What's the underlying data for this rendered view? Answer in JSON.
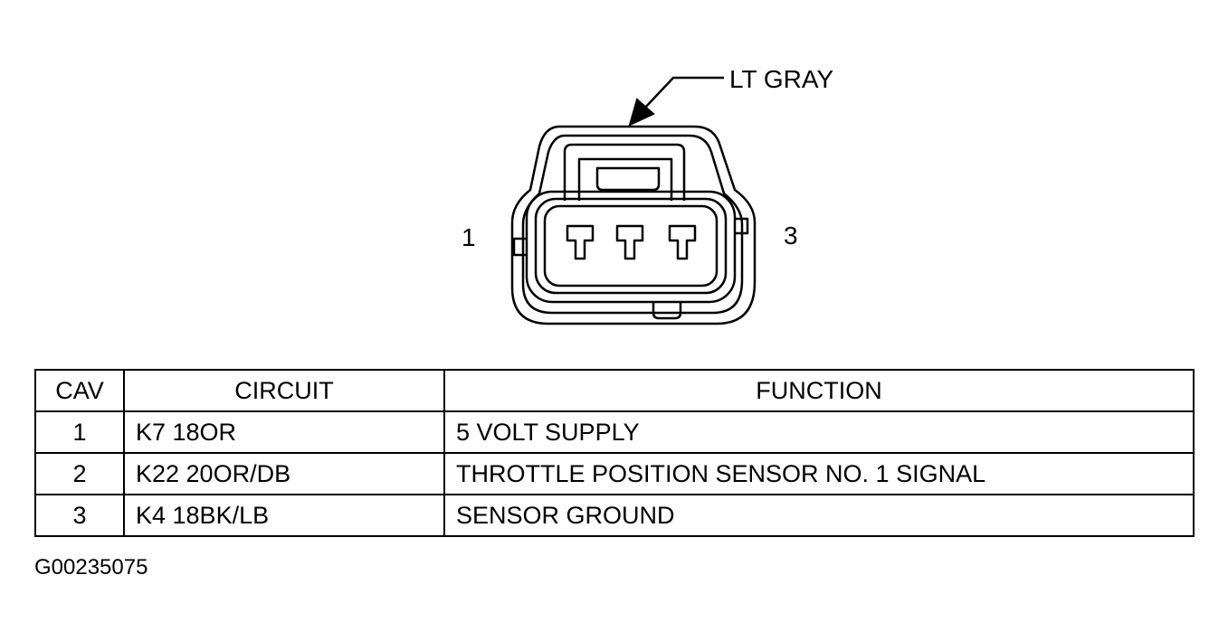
{
  "connector": {
    "color_label": "LT GRAY",
    "pin_left_label": "1",
    "pin_right_label": "3"
  },
  "table": {
    "headers": [
      "CAV",
      "CIRCUIT",
      "FUNCTION"
    ],
    "rows": [
      {
        "cav": "1",
        "circuit": "K7 18OR",
        "function": "5 VOLT SUPPLY"
      },
      {
        "cav": "2",
        "circuit": "K22 20OR/DB",
        "function": "THROTTLE POSITION SENSOR NO. 1 SIGNAL"
      },
      {
        "cav": "3",
        "circuit": "K4 18BK/LB",
        "function": "SENSOR GROUND"
      }
    ]
  },
  "figure_id": "G00235075"
}
